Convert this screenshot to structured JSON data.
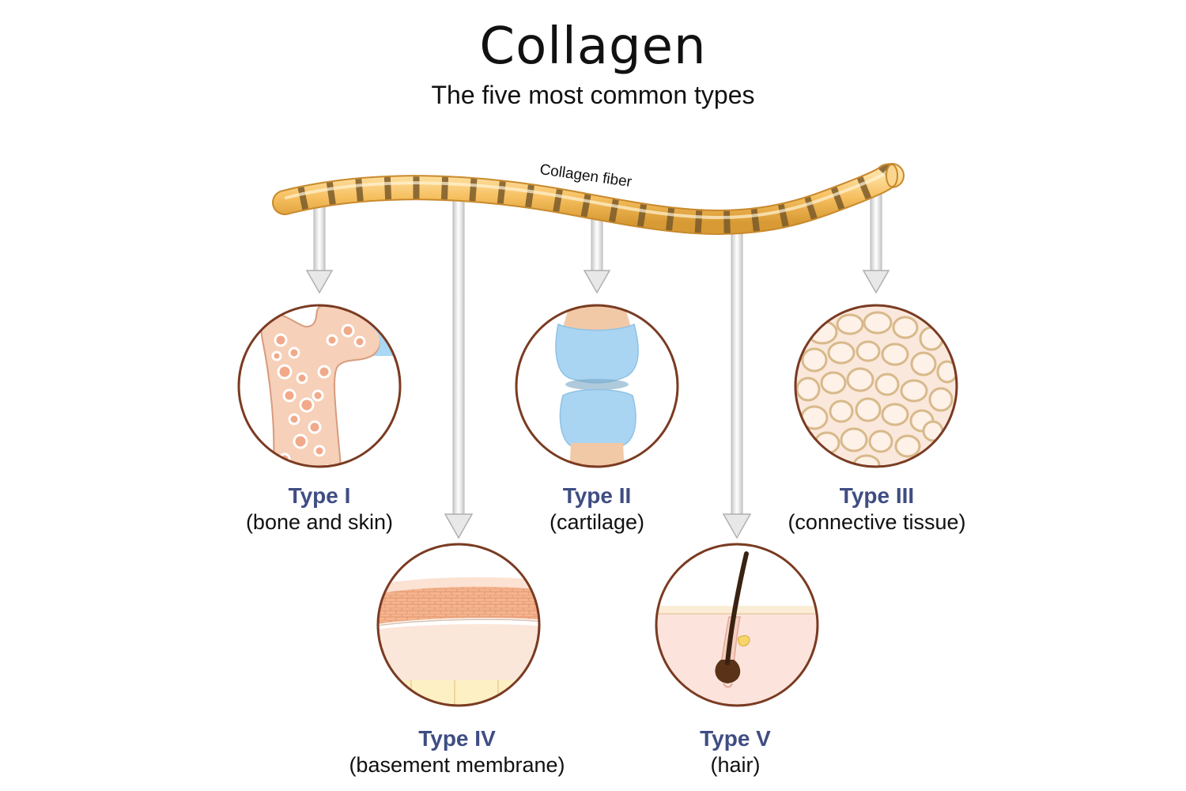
{
  "title": "Collagen",
  "subtitle": "The five most common types",
  "fiber_label": "Collagen fiber",
  "types": [
    {
      "name": "Type I",
      "description": "(bone and skin)"
    },
    {
      "name": "Type II",
      "description": "(cartilage)"
    },
    {
      "name": "Type III",
      "description": "(connective tissue)"
    },
    {
      "name": "Type IV",
      "description": "(basement membrane)"
    },
    {
      "name": "Type V",
      "description": "(hair)"
    }
  ],
  "colors": {
    "fiber": "#f7c061",
    "fiber_band": "#7a5a2a",
    "circle_border": "#7a3b22",
    "label_blue": "#3f4d83",
    "arrow": "#d9d9d9"
  }
}
